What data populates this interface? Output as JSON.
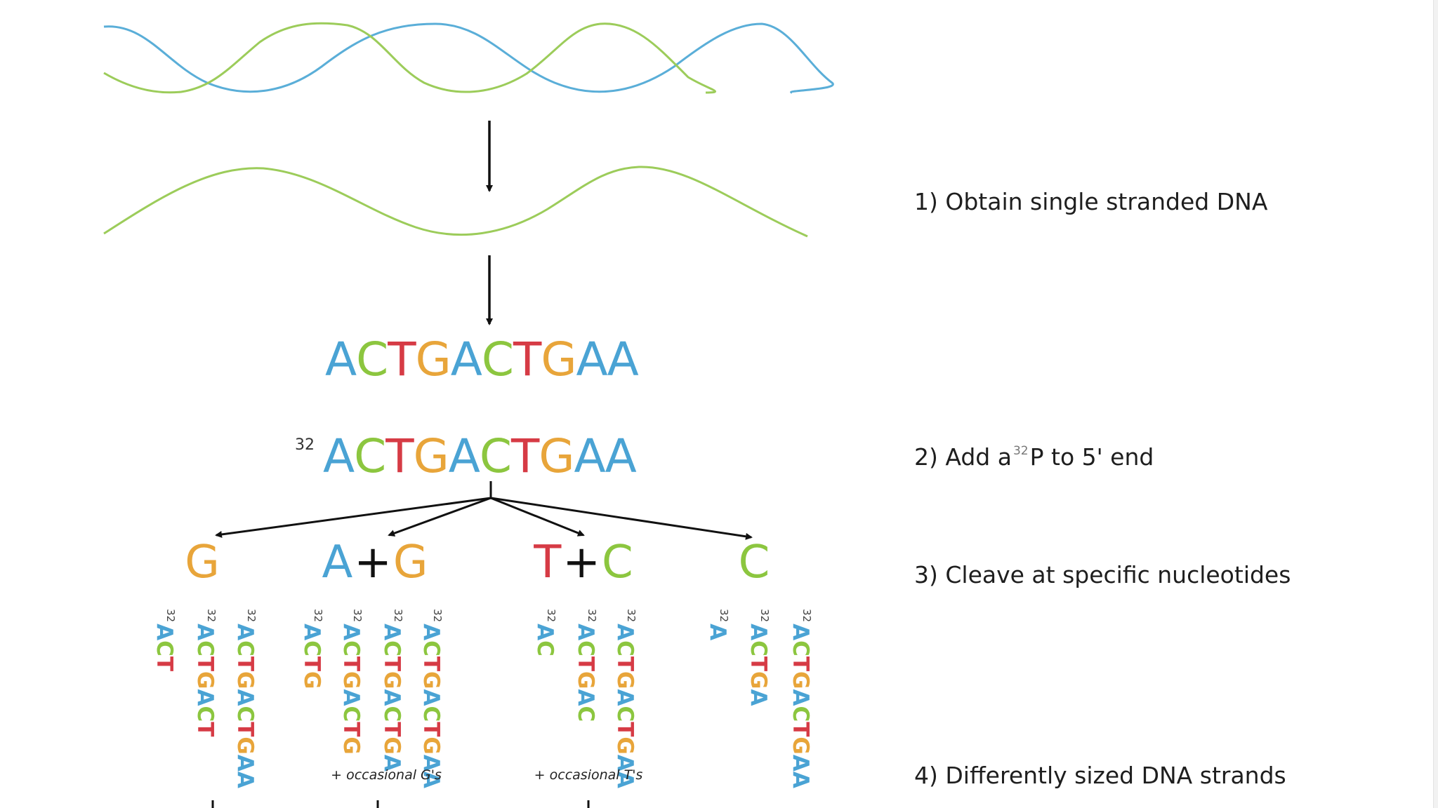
{
  "colors": {
    "A": "#4aa3d4",
    "C": "#8cc63f",
    "T": "#d63b45",
    "G": "#e8a53a",
    "strand_blue": "#5aaed8",
    "strand_green": "#9ccc5a",
    "arrow": "#111111",
    "text": "#1e1e1e"
  },
  "steps": {
    "s1": "1) Obtain single stranded DNA",
    "s2_pre": "2) Add a",
    "s2_iso": "32",
    "s2_post": "P to 5' end",
    "s3": "3) Cleave at specific nucleotides",
    "s4": "4) Differently sized DNA strands"
  },
  "sequence": "ACTGACTGAA",
  "labeled": {
    "isotope": "32",
    "sequence": "ACTGACTGAA"
  },
  "reactions": [
    {
      "label": [
        "G"
      ],
      "fragments": [
        "ACT",
        "ACTGACT",
        "ACTGACTGAA"
      ],
      "note": ""
    },
    {
      "label": [
        "A",
        "+",
        "G"
      ],
      "fragments": [
        "ACTG",
        "ACTGACTG",
        "ACTGACTGA",
        "ACTGACTGAA"
      ],
      "note": "+ occasional G's"
    },
    {
      "label": [
        "T",
        "+",
        "C"
      ],
      "fragments": [
        "AC",
        "ACTGAC",
        "ACTGACTGAA"
      ],
      "note": "+ occasional T's"
    },
    {
      "label": [
        "C"
      ],
      "fragments": [
        "A",
        "ACTGA",
        "ACTGACTGAA"
      ],
      "note": ""
    }
  ],
  "fragment_isotope": "32"
}
